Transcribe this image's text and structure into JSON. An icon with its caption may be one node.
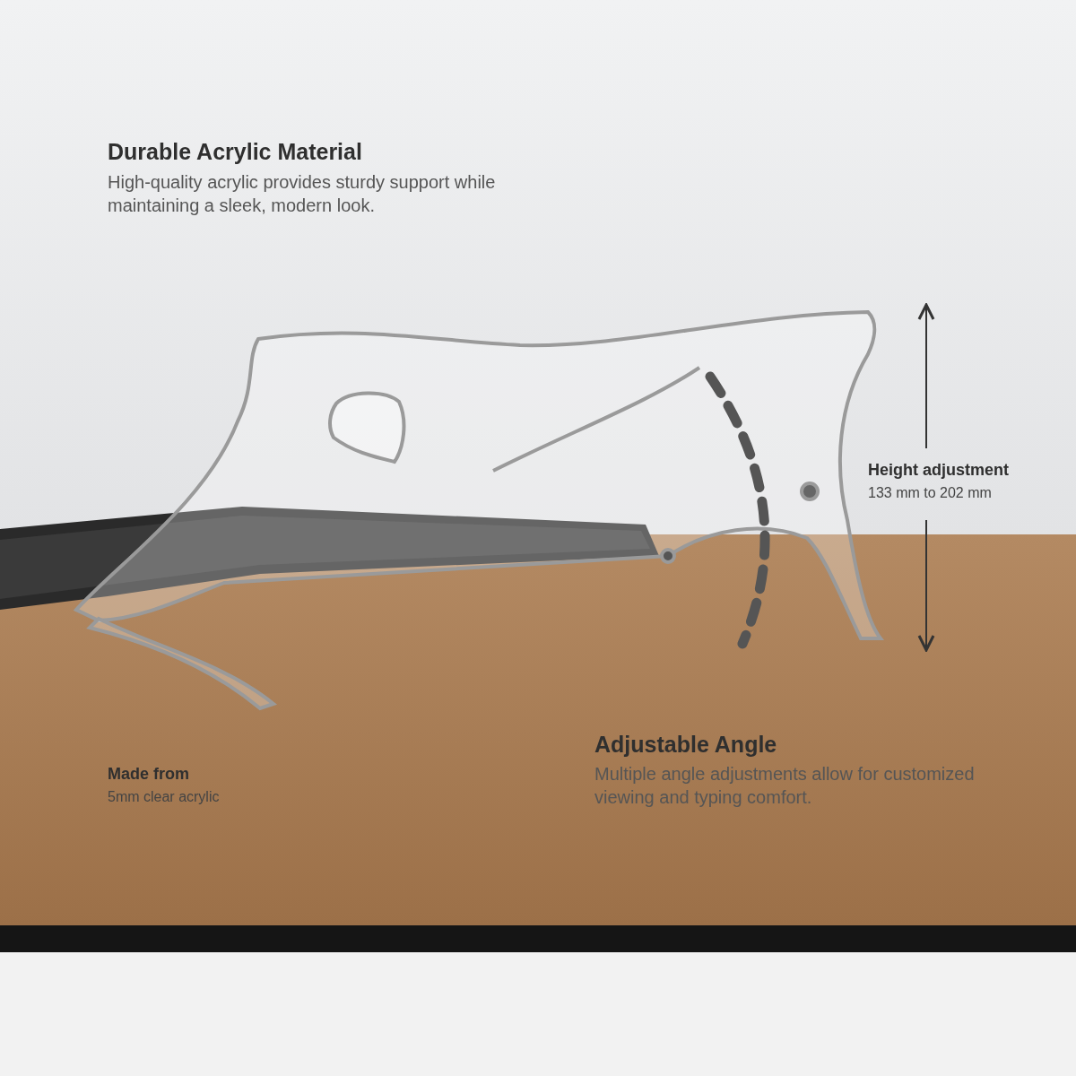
{
  "diagram": {
    "labels": [
      "Durable Acrylic Material",
      "High-quality acrylic provides sturdy support while maintaining a sleek, modern look.",
      "Height adjustment",
      "133 mm to 202 mm",
      "Adjustable Angle",
      "Multiple angle adjustments allow for customized viewing and typing comfort.",
      "Made from",
      "5mm clear acrylic"
    ]
  }
}
